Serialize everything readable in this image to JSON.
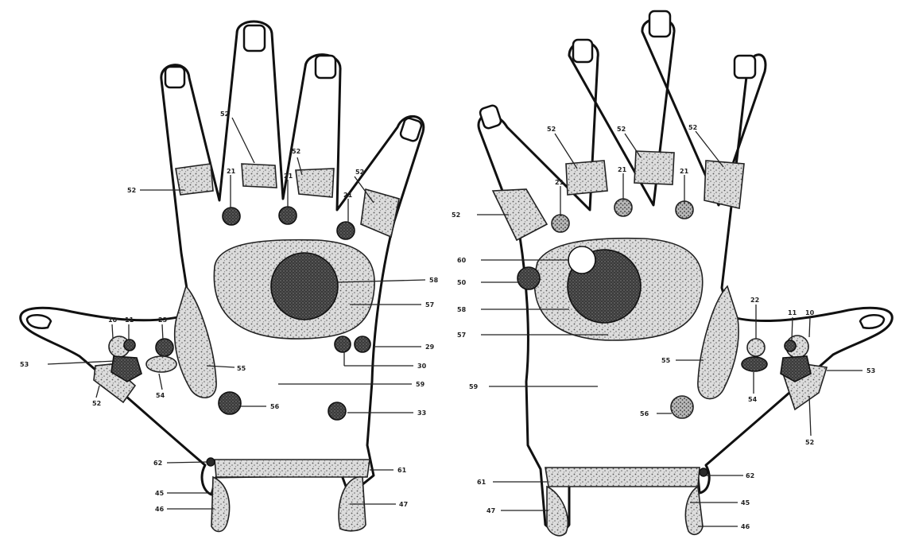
{
  "left_hand": {
    "labels": {
      "point_21": "21",
      "zone_52": "52",
      "point_10": "10",
      "point_11": "11",
      "point_23": "23",
      "zone_53": "53",
      "zone_54": "54",
      "zone_55": "55",
      "point_56": "56",
      "zone_57": "57",
      "zone_58": "58",
      "zone_59": "59",
      "point_29": "29",
      "point_30": "30",
      "point_33": "33",
      "zone_61": "61",
      "point_62": "62",
      "zone_45": "45",
      "zone_46": "46",
      "zone_47": "47"
    }
  },
  "right_hand": {
    "labels": {
      "point_21": "21",
      "zone_52": "52",
      "point_10": "10",
      "point_11": "11",
      "point_22": "22",
      "zone_53": "53",
      "zone_54": "54",
      "zone_55": "55",
      "point_56": "56",
      "zone_57": "57",
      "zone_58": "58",
      "zone_59": "59",
      "point_50": "50",
      "point_60": "60",
      "zone_61": "61",
      "point_62": "62",
      "zone_45": "45",
      "zone_46": "46",
      "zone_47": "47"
    }
  }
}
